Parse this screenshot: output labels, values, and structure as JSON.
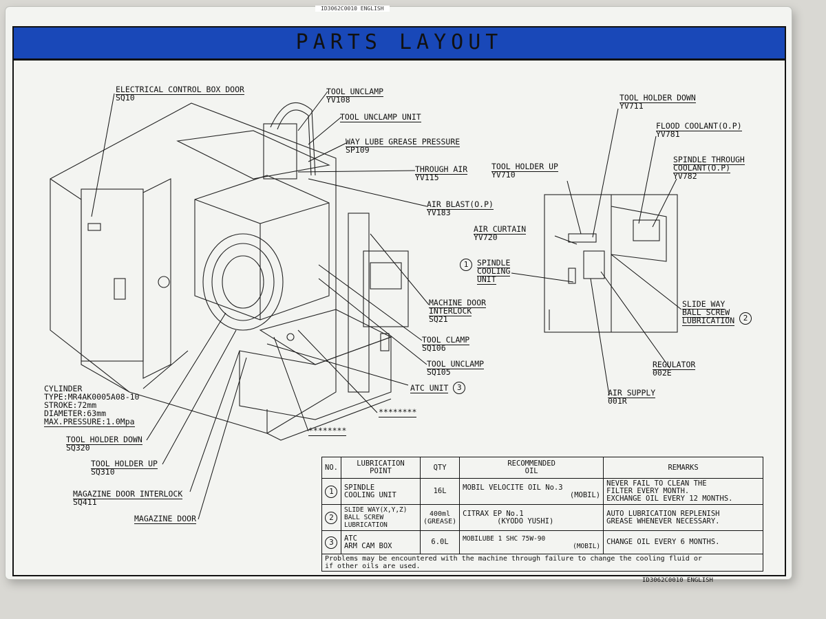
{
  "header": {
    "title": "PARTS  LAYOUT",
    "top_code": "ID3062C0010 ENGLISH"
  },
  "labels": {
    "electrical_door": {
      "name": "ELECTRICAL CONTROL BOX DOOR",
      "code": "SQ10"
    },
    "tool_unclamp_top": {
      "name": "TOOL UNCLAMP",
      "code": "YV108"
    },
    "tool_unclamp_unit": {
      "name": "TOOL UNCLAMP UNIT"
    },
    "way_lube": {
      "name": "WAY LUBE GREASE PRESSURE",
      "code": "SP109"
    },
    "through_air": {
      "name": "THROUGH AIR",
      "code": "YV115"
    },
    "air_blast": {
      "name": "AIR BLAST(O.P)",
      "code": "YV183"
    },
    "machine_door": {
      "name1": "MACHINE DOOR",
      "name2": "INTERLOCK",
      "code": "SQ21"
    },
    "tool_clamp": {
      "name": "TOOL CLAMP",
      "code": "SQ106"
    },
    "tool_unclamp_low": {
      "name": "TOOL UNCLAMP",
      "code": "SQ105"
    },
    "atc_unit": {
      "name": "ATC UNIT",
      "num": "3"
    },
    "stars1": "********",
    "stars2": "********",
    "cylinder": {
      "l1": "CYLINDER",
      "l2": "TYPE:MR4AK0005A08-10",
      "l3": "STROKE:72mm",
      "l4": "DIAMETER:63mm",
      "l5": "MAX.PRESSURE:1.0Mpa"
    },
    "tool_holder_down_l": {
      "name": "TOOL HOLDER DOWN",
      "code": "SQ320"
    },
    "tool_holder_up_l": {
      "name": "TOOL HOLDER UP",
      "code": "SQ310"
    },
    "magazine_interlock": {
      "name": "MAGAZINE DOOR INTERLOCK",
      "code": "SQ411"
    },
    "magazine_door": {
      "name": "MAGAZINE DOOR"
    },
    "tool_holder_down_r": {
      "name": "TOOL HOLDER DOWN",
      "code": "YV711"
    },
    "flood_coolant": {
      "name": "FLOOD COOLANT(O.P)",
      "code": "YV781"
    },
    "spindle_through": {
      "name1": "SPINDLE THROUGH",
      "name2": "COOLANT(O.P)",
      "code": "YV782"
    },
    "tool_holder_up_r": {
      "name": "TOOL HOLDER UP",
      "code": "YV710"
    },
    "air_curtain": {
      "name": "AIR CURTAIN",
      "code": "YV720"
    },
    "spindle_cooling": {
      "num": "1",
      "l1": "SPINDLE",
      "l2": "COOLING",
      "l3": "UNIT"
    },
    "slide_way": {
      "l1": "SLIDE WAY",
      "l2": "BALL SCREW",
      "l3": "LUBRICATION",
      "num": "2"
    },
    "regulator": {
      "name": "REGULATOR",
      "code": "002E"
    },
    "air_supply": {
      "name": "AIR SUPPLY",
      "code": "001R"
    }
  },
  "table": {
    "headers": {
      "no": "NO.",
      "point1": "LUBRICATION",
      "point2": "POINT",
      "qty": "QTY",
      "oil1": "RECOMMENDED",
      "oil2": "OIL",
      "remarks": "REMARKS"
    },
    "rows": [
      {
        "no": "1",
        "point1": "SPINDLE",
        "point2": "COOLING UNIT",
        "qty1": "16L",
        "qty2": "",
        "oil1": "MOBIL VELOCITE OIL No.3",
        "oil2": "(MOBIL)",
        "rem1": "NEVER FAIL TO CLEAN THE",
        "rem2": "FILTER EVERY MONTH.",
        "rem3": "EXCHANGE OIL EVERY 12 MONTHS."
      },
      {
        "no": "2",
        "point1": "SLIDE WAY(X,Y,Z)",
        "point2": "BALL SCREW",
        "point3": "LUBRICATION",
        "qty1": "400ml",
        "qty2": "(GREASE)",
        "oil1": "CITRAX EP No.1",
        "oil2": "(KYODO YUSHI)",
        "rem1": "AUTO LUBRICATION REPLENISH",
        "rem2": "GREASE WHENEVER NECESSARY.",
        "rem3": ""
      },
      {
        "no": "3",
        "point1": "ATC",
        "point2": "ARM CAM BOX",
        "qty1": "6.0L",
        "qty2": "",
        "oil1": "MOBILUBE 1 SHC 75W-90",
        "oil2": "(MOBIL)",
        "rem1": "CHANGE OIL EVERY 6 MONTHS.",
        "rem2": "",
        "rem3": ""
      }
    ],
    "note1": "Problems may be encountered with the machine through failure to change the cooling fluid or",
    "note2": "if other oils are used."
  },
  "footer": {
    "code": "ID3062C0010  ENGLISH"
  },
  "colors": {
    "title_bar": "#1948b8",
    "plate": "#f3f4f1",
    "ink": "#111111"
  }
}
